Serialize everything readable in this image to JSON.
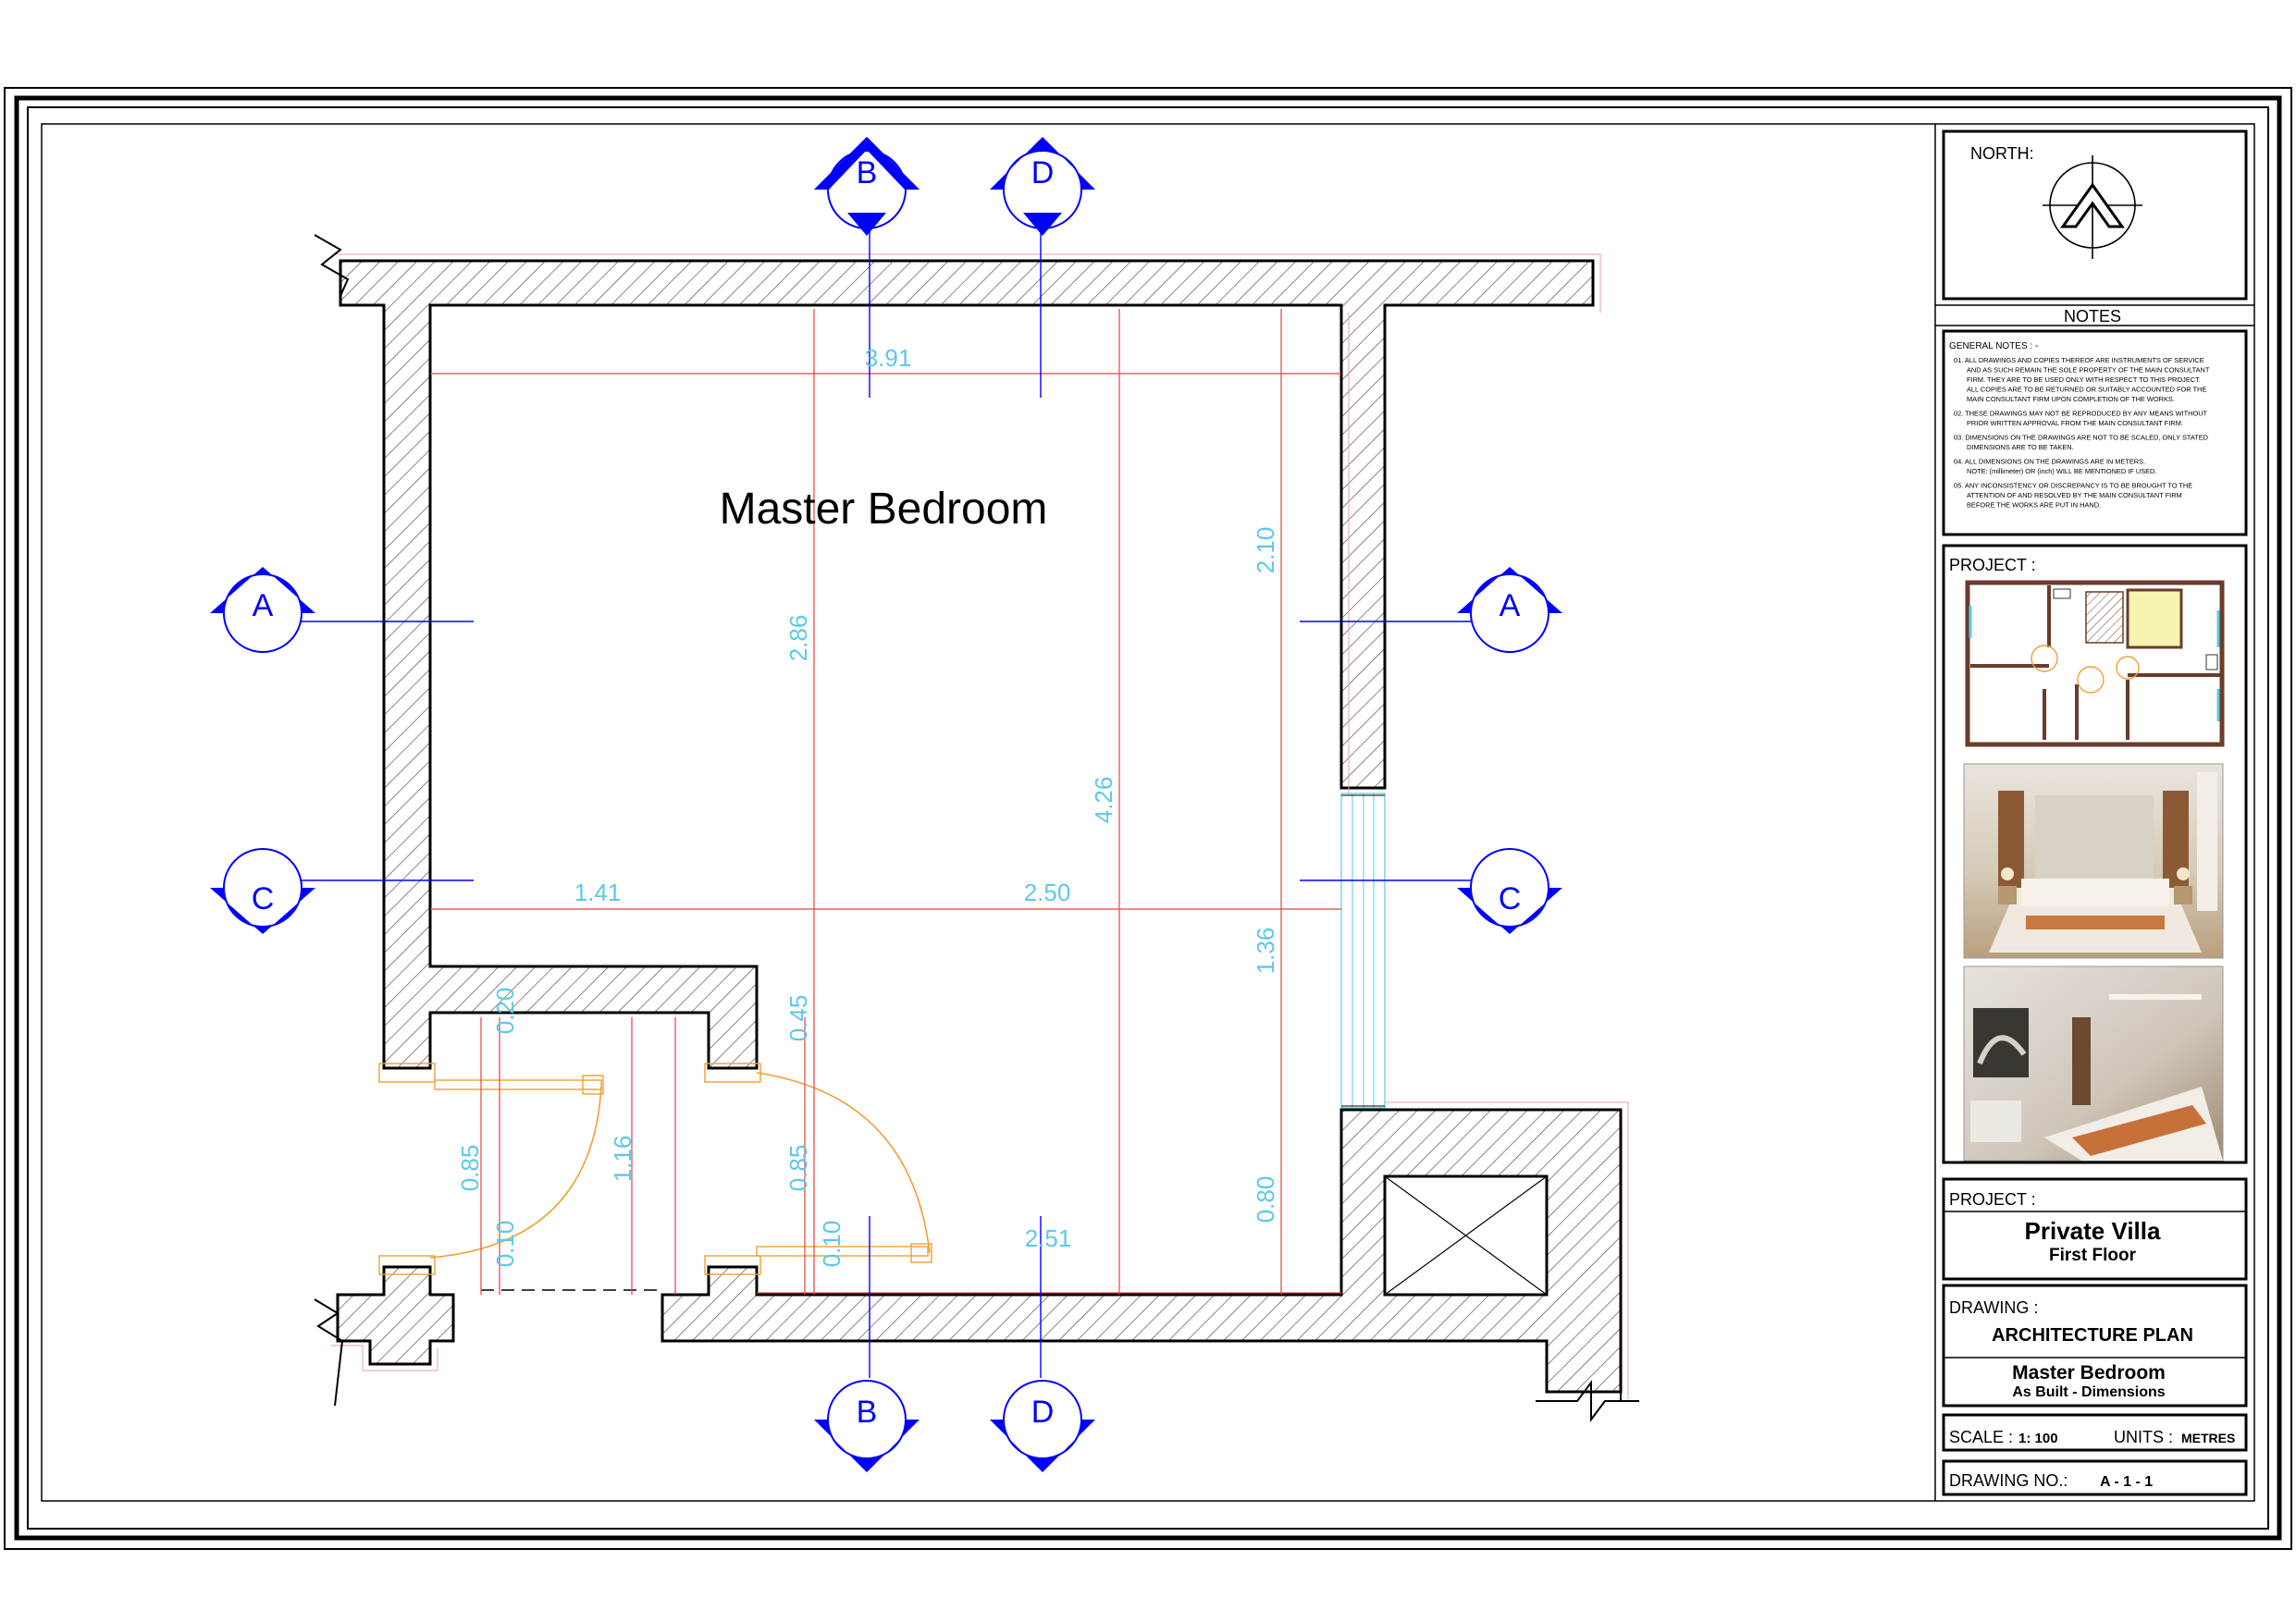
{
  "room_label": "Master Bedroom",
  "section_markers": {
    "a": "A",
    "b": "B",
    "c": "C",
    "d": "D"
  },
  "dimensions": {
    "top_width": "3.91",
    "left_run": "1.41",
    "mid_run": "2.50",
    "bottom_run": "2.51",
    "height_left": "2.86",
    "height_mid": "4.26",
    "height_right_upper": "2.10",
    "height_right_mid": "1.36",
    "height_right_lower": "0.80",
    "alcove_top": "0.20",
    "alcove_mid": "0.45",
    "door_left_width": "0.85",
    "door_gap": "1.16",
    "door_right_width": "0.85",
    "wall_left": "0.10",
    "wall_right": "0.10"
  },
  "title_block": {
    "north_label": "NORTH:",
    "notes_header": "NOTES",
    "general_notes_label": "GENERAL NOTES : -",
    "notes": [
      [
        "01. ALL DRAWINGS AND COPIES THEREOF ARE INSTRUMENTS OF SERVICE",
        "AND AS SUCH REMAIN THE SOLE PROPERTY OF THE MAIN CONSULTANT",
        "FIRM. THEY ARE TO BE USED ONLY WITH RESPECT TO THIS PROJECT.",
        "ALL COPIES ARE TO BE RETURNED OR SUITABLY ACCOUNTED FOR THE",
        "MAIN CONSULTANT FIRM UPON COMPLETION OF THE WORKS."
      ],
      [
        "02. THESE DRAWINGS MAY NOT BE REPRODUCED BY ANY MEANS WITHOUT",
        "PRIOR WRITTEN APPROVAL FROM THE MAIN CONSULTANT FIRM."
      ],
      [
        "03. DIMENSIONS ON THE DRAWINGS ARE NOT TO BE SCALED, ONLY STATED",
        "DIMENSIONS ARE TO BE TAKEN."
      ],
      [
        "04. ALL DIMENSIONS ON THE DRAWINGS ARE IN METERS.",
        "NOTE: (millimeter) OR (inch) WILL BE MENTIONED IF USED."
      ],
      [
        "05. ANY INCONSISTENCY OR DISCREPANCY IS TO BE BROUGHT TO THE",
        "ATTENTION OF AND RESOLVED BY THE MAIN CONSULTANT FIRM",
        "BEFORE THE WORKS ARE PUT IN HAND."
      ]
    ],
    "project_label_1": "PROJECT :",
    "project_label_2": "PROJECT :",
    "project_name": "Private Villa",
    "project_floor": "First Floor",
    "drawing_label": "DRAWING :",
    "drawing_type": "ARCHITECTURE PLAN",
    "drawing_title": "Master Bedroom",
    "drawing_subtitle": "As Built - Dimensions",
    "scale_label": "SCALE :",
    "scale_value": "1: 100",
    "units_label": "UNITS :",
    "units_value": "METRES",
    "drawing_no_label": "DRAWING NO.:",
    "drawing_no_value": "A - 1 - 1"
  },
  "colors": {
    "wall": "#000000",
    "dimension_text": "#5ec8e8",
    "dimension_line": "#e84040",
    "section_marker": "#0000ff",
    "door": "#f0a030",
    "highlight_room": "#f5f5b0"
  }
}
